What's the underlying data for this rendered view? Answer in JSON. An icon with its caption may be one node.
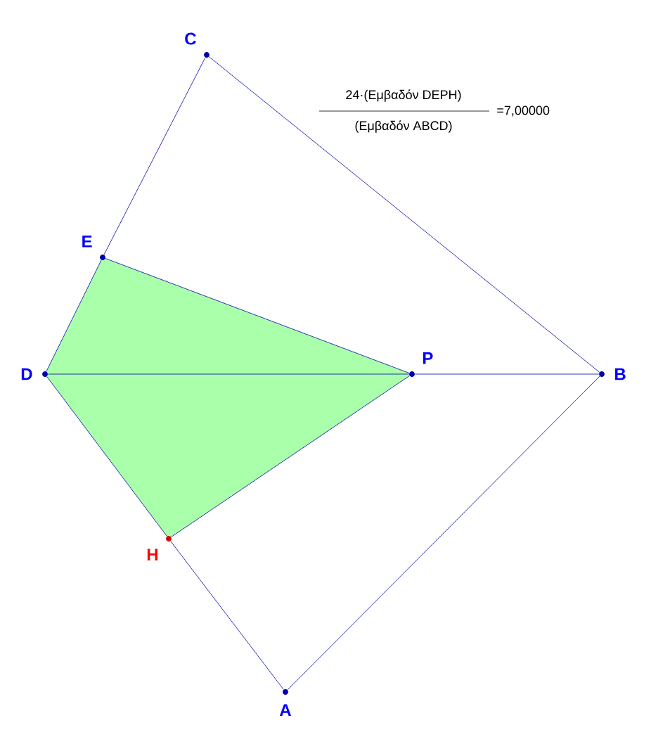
{
  "diagram": {
    "nodes": [
      {
        "text": [
          "C"
        ]
      },
      {
        "text": [
          "E"
        ]
      },
      {
        "text": [
          "D"
        ]
      },
      {
        "text": [
          "P"
        ]
      },
      {
        "text": [
          "B"
        ]
      },
      {
        "text": [
          "H"
        ]
      },
      {
        "text": [
          "A"
        ]
      }
    ],
    "edges": [
      {
        "from": 0,
        "to": 1,
        "arrow": "none"
      },
      {
        "from": 1,
        "to": 2,
        "arrow": "none"
      },
      {
        "from": 2,
        "to": 5,
        "arrow": "none"
      },
      {
        "from": 5,
        "to": 6,
        "arrow": "none"
      },
      {
        "from": 6,
        "to": 4,
        "arrow": "none"
      },
      {
        "from": 4,
        "to": 3,
        "arrow": "none"
      },
      {
        "from": 3,
        "to": 2,
        "arrow": "none"
      },
      {
        "from": 0,
        "to": 4,
        "arrow": "none"
      },
      {
        "from": 1,
        "to": 3,
        "arrow": "none"
      },
      {
        "from": 3,
        "to": 5,
        "arrow": "none"
      }
    ],
    "labels": [
      "24·(Εμβαδόν DEPH)",
      "(Εμβαδόν ABCD)",
      "=7,00000"
    ]
  }
}
